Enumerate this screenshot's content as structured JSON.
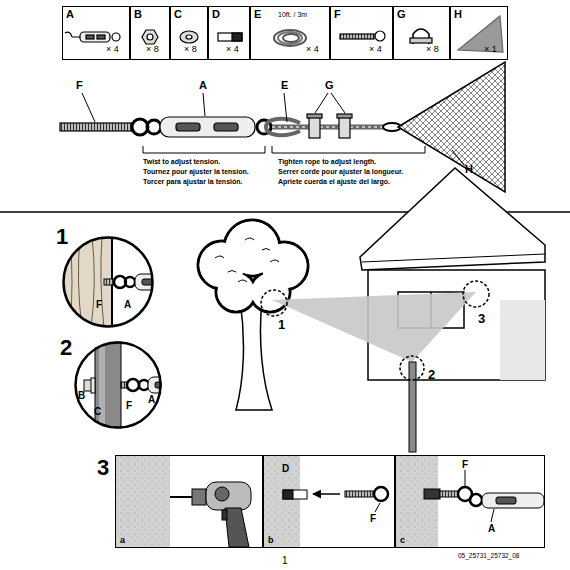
{
  "diagram": {
    "nodes": [
      {
        "text": [
          "A",
          "× 4"
        ]
      },
      {
        "text": [
          "B",
          "× 8"
        ]
      },
      {
        "text": [
          "C",
          "× 8"
        ]
      },
      {
        "text": [
          "D",
          "× 4"
        ]
      },
      {
        "text": [
          "E",
          "10ft. / 3m",
          "× 4"
        ]
      },
      {
        "text": [
          "F",
          "× 4"
        ]
      },
      {
        "text": [
          "G",
          "× 8"
        ]
      },
      {
        "text": [
          "H",
          "× 1"
        ]
      },
      {
        "text": [
          "1",
          "F",
          "A"
        ]
      },
      {
        "text": [
          "2",
          "B",
          "C",
          "F",
          "A"
        ]
      },
      {
        "text": [
          "3"
        ]
      },
      {
        "text": [
          "a"
        ],
        "in": 10
      },
      {
        "text": [
          "D",
          "F",
          "b"
        ],
        "in": 10
      },
      {
        "text": [
          "F",
          "A",
          "c"
        ],
        "in": 10
      }
    ],
    "labels": [
      "F",
      "A",
      "E",
      "G",
      "H",
      "Twist to adjust tension.",
      "Tournez pour ajuster la tension.",
      "Torcer para ajustar la tensión.",
      "Tighten rope to adjust length.",
      "Serrer corde pour ajuster la longueur.",
      "Apriete cuerda el ajuste del largo.",
      "1",
      "2",
      "3",
      "1",
      "05_25731_25732_08"
    ]
  }
}
